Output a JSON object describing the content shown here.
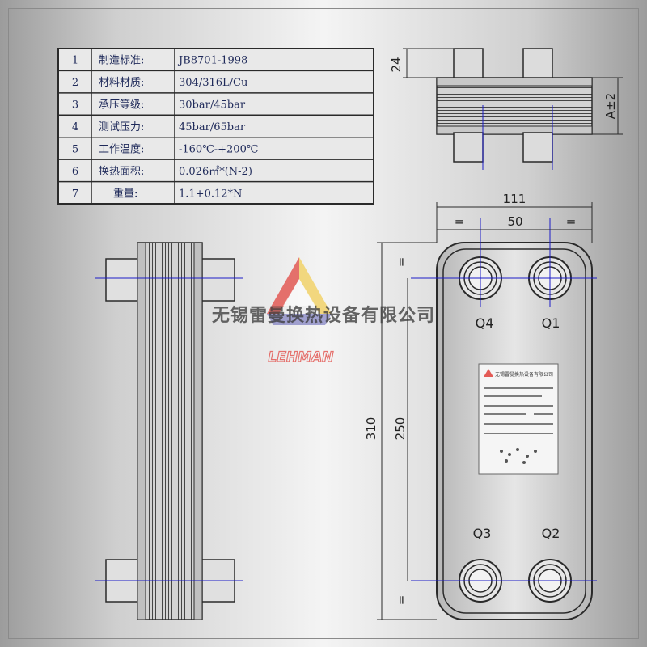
{
  "spec_table": [
    {
      "no": "1",
      "label": "制造标准:",
      "value": "JB8701-1998"
    },
    {
      "no": "2",
      "label": "材料材质:",
      "value": "304/316L/Cu"
    },
    {
      "no": "3",
      "label": "承压等级:",
      "value": "30bar/45bar"
    },
    {
      "no": "4",
      "label": "测试压力:",
      "value": "45bar/65bar"
    },
    {
      "no": "5",
      "label": "工作温度:",
      "value": "-160℃-+200℃"
    },
    {
      "no": "6",
      "label": "换热面积:",
      "value": "0.026㎡*(N-2)"
    },
    {
      "no": "7",
      "label": "重量:",
      "value": "1.1+0.12*N"
    }
  ],
  "dimensions": {
    "pipe_height": "24",
    "thickness": "A±2",
    "overall_width": "111",
    "port_spacing": "50",
    "equal_mark": "=",
    "overall_height": "310",
    "port_center_height": "250"
  },
  "ports": {
    "q1": "Q1",
    "q2": "Q2",
    "q3": "Q3",
    "q4": "Q4"
  },
  "watermark": "无锡雷曼换热设备有限公司",
  "logo": {
    "text": "LEHMAN",
    "colors": {
      "yellow": "#f2d36a",
      "red": "#e35a55",
      "blue": "#6a6ab8"
    }
  },
  "nameplate": {
    "company": "无锡雷曼换热设备有限公司"
  },
  "colors": {
    "line": "#2a2a2a",
    "center_line": "#1c1cc8",
    "spec_text": "#1f2a5a"
  }
}
